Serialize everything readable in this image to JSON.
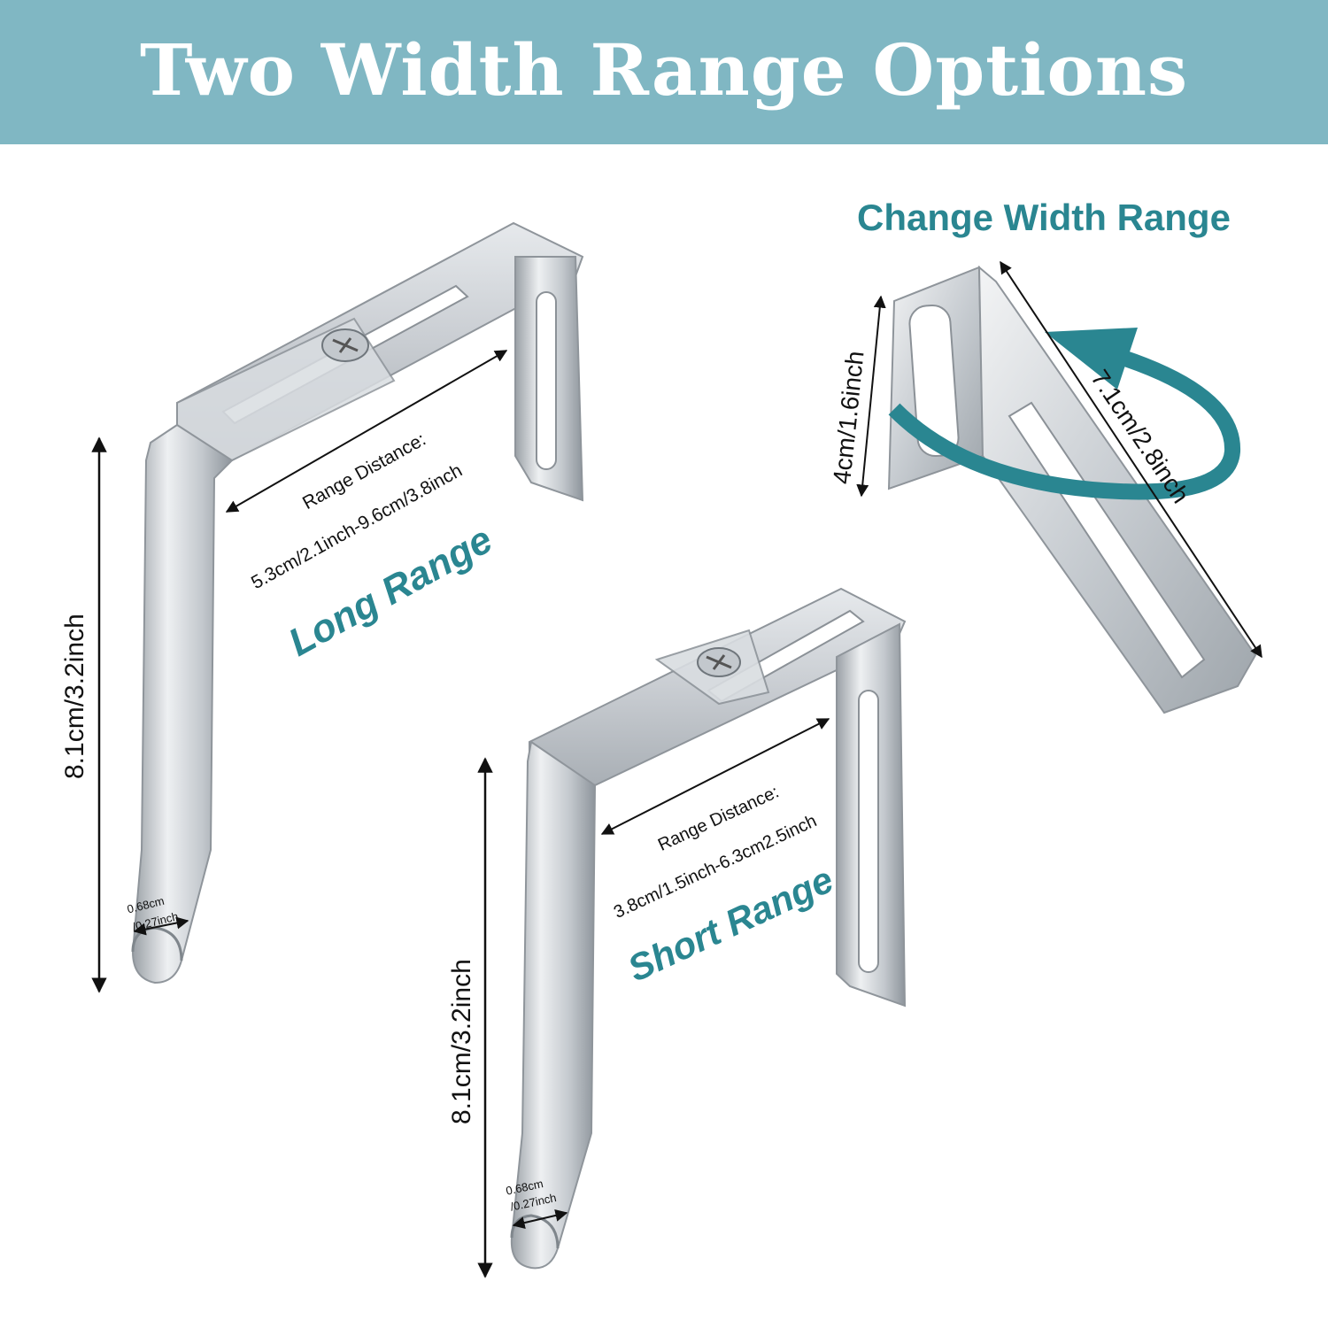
{
  "header": {
    "title": "Two Width Range Options"
  },
  "rotate_panel": {
    "title": "Change Width Range",
    "height_label": "4cm/1.6inch",
    "length_label": "7.1cm/2.8inch"
  },
  "long_bracket": {
    "range_name": "Long Range",
    "range_caption": "Range Distance:",
    "range_value": "5.3cm/2.1inch-9.6cm/3.8inch",
    "height_label": "8.1cm/3.2inch",
    "hook_label_1": "0.68cm",
    "hook_label_2": "/0.27inch"
  },
  "short_bracket": {
    "range_name": "Short Range",
    "range_caption": "Range Distance:",
    "range_value": "3.8cm/1.5inch-6.3cm2.5inch",
    "height_label": "8.1cm/3.2inch",
    "hook_label_1": "0.68cm",
    "hook_label_2": "/0.27inch"
  },
  "colors": {
    "banner": "#80b7c3",
    "accent": "#2a8691",
    "metal": "#c9cdd1"
  }
}
